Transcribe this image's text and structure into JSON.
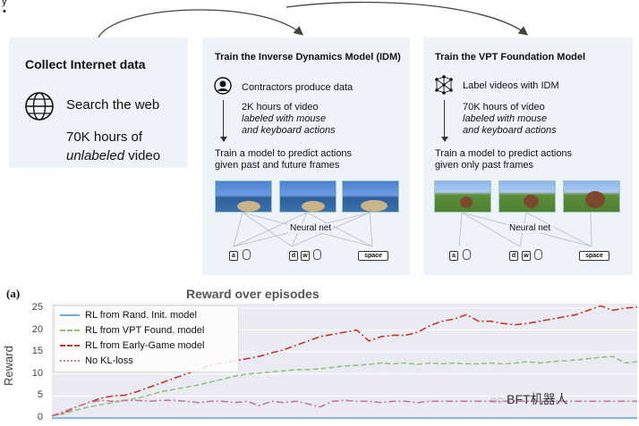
{
  "panel1": {
    "title": "Collect Internet data",
    "search_text": "Search the web",
    "hours_line1": "70K hours of",
    "hours_italic": "unlabeled",
    "hours_rest": " video",
    "icon": "globe-icon"
  },
  "panel2": {
    "title": "Train the Inverse Dynamics Model (IDM)",
    "contractors": "Contractors produce data",
    "hours": "2K hours of video",
    "labeled1": "labeled with mouse",
    "labeled2": "and keyboard actions",
    "train1": "Train a model to predict actions",
    "train2": "given past and future frames",
    "neural": "Neural net",
    "keys": [
      "a",
      "d",
      "w",
      "space"
    ],
    "icon": "person-icon"
  },
  "panel3": {
    "title": "Train the VPT Foundation Model",
    "label": "Label videos with IDM",
    "hours": "70K hours of video",
    "labeled1": "labeled with mouse",
    "labeled2": "and keyboard actions",
    "train1": "Train a model to predict actions",
    "train2": "given only past frames",
    "neural": "Neural net",
    "keys": [
      "a",
      "d",
      "w",
      "space"
    ],
    "icon": "network-icon"
  },
  "top_marks": [
    "y",
    "•"
  ],
  "chart_label": "(a)",
  "watermark": "BFT机器人",
  "chart_data": {
    "type": "line",
    "title": "Reward over episodes",
    "xlabel": "",
    "ylabel": "Reward",
    "ylim": [
      0,
      26
    ],
    "yticks": [
      0,
      5,
      10,
      15,
      20,
      25
    ],
    "grid": true,
    "legend_position": "top-left",
    "x": [
      0,
      1,
      2,
      3,
      4,
      5,
      6,
      7,
      8,
      9,
      10,
      11,
      12,
      13,
      14,
      15,
      16,
      17,
      18,
      19,
      20,
      21,
      22,
      23,
      24,
      25,
      26,
      27,
      28,
      29,
      30,
      31,
      32,
      33,
      34,
      35,
      36,
      37,
      38,
      39,
      40,
      41,
      42,
      43,
      44,
      45,
      46,
      47,
      48
    ],
    "series": [
      {
        "name": "RL from Rand. Init. model",
        "color": "#6fa8dc",
        "dash": "solid",
        "values": [
          0,
          0,
          0,
          0,
          0,
          0,
          0,
          0,
          0,
          0,
          0,
          0,
          0,
          0,
          0,
          0,
          0,
          0,
          0,
          0,
          0,
          0,
          0,
          0,
          0,
          0,
          0,
          0,
          0,
          0,
          0,
          0,
          0,
          0,
          0,
          0,
          0,
          0,
          0,
          0,
          0,
          0,
          0,
          0,
          0,
          0,
          0,
          0,
          0
        ]
      },
      {
        "name": "RL from VPT Found. model",
        "color": "#93c47d",
        "dash": "dashed",
        "values": [
          0.5,
          1,
          1.8,
          2.5,
          3,
          3.5,
          4,
          4.5,
          5.2,
          6,
          6.5,
          7,
          7.5,
          8.2,
          8.8,
          9.5,
          10,
          10.2,
          10.5,
          10.7,
          11,
          11,
          11.2,
          11.5,
          11.8,
          12,
          12.2,
          12.5,
          12.3,
          12.5,
          12.2,
          12.5,
          12.3,
          12.5,
          12.3,
          12.3,
          12.5,
          12.3,
          12.5,
          12.8,
          12.5,
          12.8,
          13,
          13.2,
          13.5,
          13.8,
          14,
          12.5,
          12.8
        ]
      },
      {
        "name": "RL from Early-Game model",
        "color": "#c0392b",
        "dash": "dashdot",
        "values": [
          0.5,
          1.2,
          2.5,
          3.5,
          4.5,
          5,
          5.2,
          6,
          7,
          8,
          9,
          10,
          11,
          12,
          12.5,
          13,
          13.5,
          14,
          14.8,
          15.5,
          16.5,
          17.5,
          18.5,
          19,
          19.5,
          20,
          17.5,
          18.5,
          18.8,
          18.8,
          19.5,
          21,
          22,
          22.5,
          23.5,
          22,
          22,
          21.5,
          21.2,
          21.5,
          22,
          22.5,
          23,
          23.5,
          24.5,
          25.5,
          24.5,
          25,
          25.2
        ]
      },
      {
        "name": "No KL-loss",
        "color": "#c27ba0",
        "dash": "dashdot",
        "values": [
          0.5,
          1.5,
          2.5,
          3.5,
          4,
          3.8,
          4,
          4,
          3.8,
          4,
          4,
          3.8,
          3.5,
          3.8,
          3.8,
          3.5,
          3.8,
          2.8,
          3.8,
          3.5,
          3.8,
          3.2,
          2.5,
          3.8,
          4,
          3.8,
          3.8,
          3.5,
          3.8,
          3.8,
          3.5,
          3.8,
          3.8,
          3.8,
          3.8,
          3.8,
          3.8,
          3.8,
          3.8,
          3.8,
          3.8,
          3.8,
          3.8,
          3.8,
          3.8,
          3.8,
          3.8,
          3.8,
          3.8
        ]
      }
    ]
  }
}
